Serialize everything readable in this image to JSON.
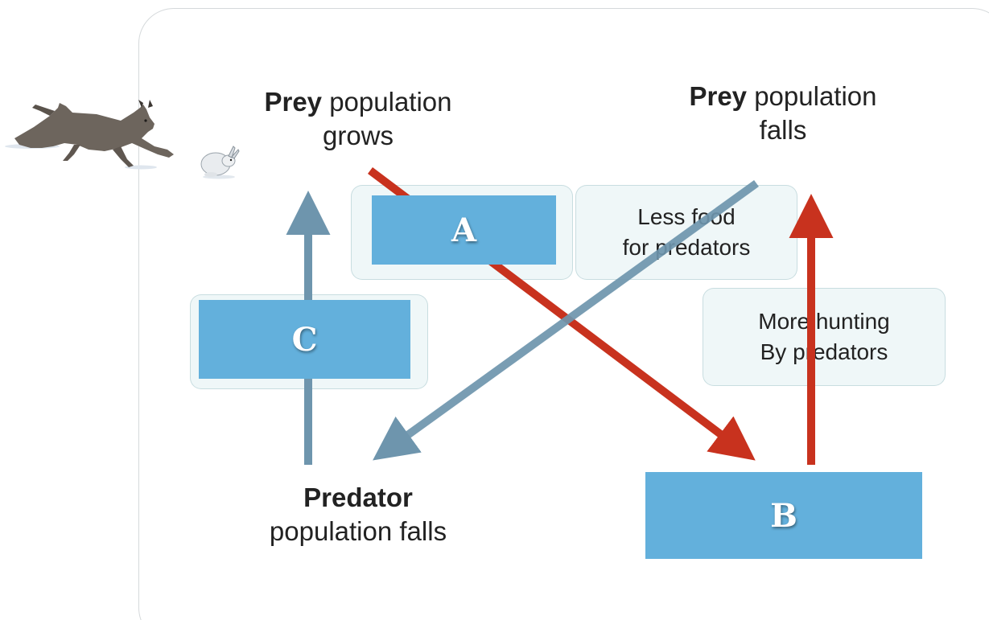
{
  "nodes": {
    "top_left": {
      "bold": "Prey",
      "rest_line1": " population",
      "line2": "grows"
    },
    "top_right": {
      "bold": "Prey",
      "rest_line1": " population",
      "line2": "falls"
    },
    "bottom_left": {
      "bold": "Predator",
      "line2": "population falls"
    }
  },
  "boxes": {
    "less_food": {
      "line1": "Less food",
      "line2": "for predators"
    },
    "more_hunting": {
      "line1": "More hunting",
      "line2": "By predators"
    }
  },
  "answers": {
    "a": "A",
    "b": "B",
    "c": "C"
  },
  "colors": {
    "blue_arrow": "#6e95ad",
    "red_arrow": "#c8321e",
    "answer_fill": "#63b0dc"
  },
  "icons": [
    "lynx-icon",
    "snowshoe-hare-icon"
  ]
}
